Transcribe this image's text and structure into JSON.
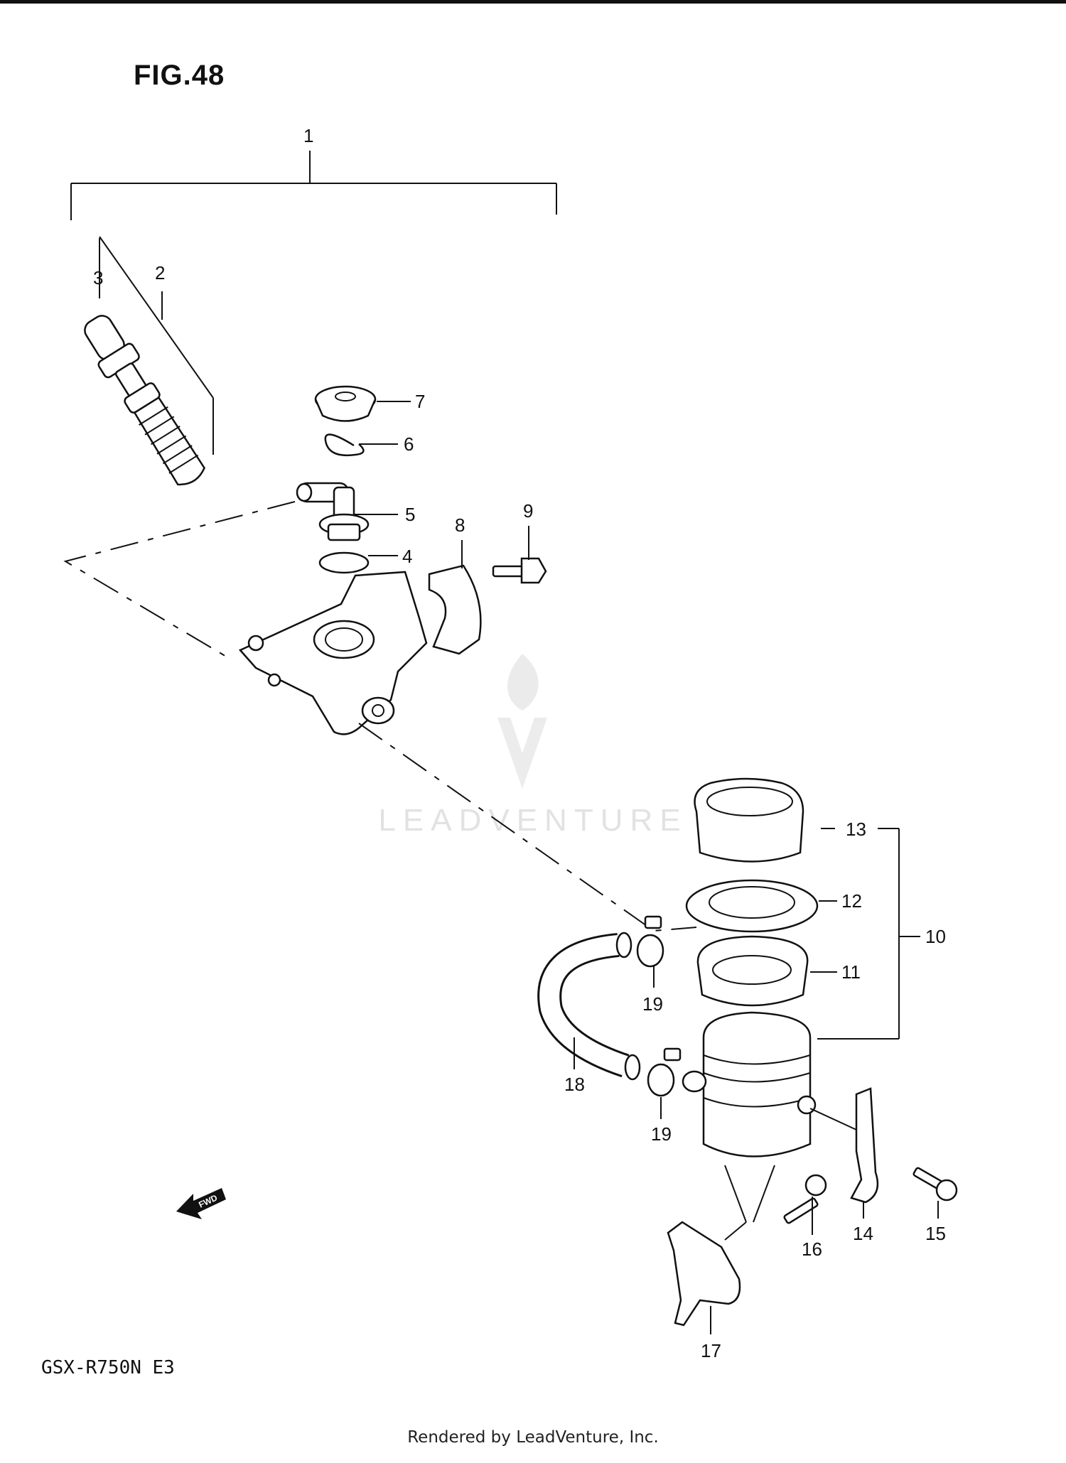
{
  "figure": {
    "title": "FIG.48",
    "model_code": "GSX-R750N  E3",
    "footer": "Rendered by LeadVenture, Inc.",
    "watermark": "LEADVENTURE",
    "fwd_label": "FWD"
  },
  "callouts": [
    {
      "number": "1"
    },
    {
      "number": "2"
    },
    {
      "number": "3"
    },
    {
      "number": "4"
    },
    {
      "number": "5"
    },
    {
      "number": "6"
    },
    {
      "number": "7"
    },
    {
      "number": "8"
    },
    {
      "number": "9"
    },
    {
      "number": "10"
    },
    {
      "number": "11"
    },
    {
      "number": "12"
    },
    {
      "number": "13"
    },
    {
      "number": "14"
    },
    {
      "number": "15"
    },
    {
      "number": "16"
    },
    {
      "number": "17"
    },
    {
      "number": "18"
    },
    {
      "number": "19"
    },
    {
      "number": "19"
    }
  ],
  "colors": {
    "ink": "#111111",
    "watermark": "#e2e2e2"
  }
}
